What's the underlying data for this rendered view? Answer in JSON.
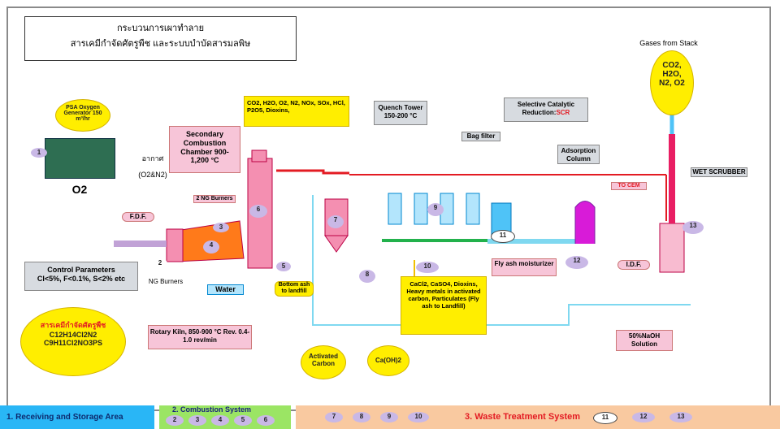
{
  "title": {
    "line1": "กระบวนการเผาทำลาย",
    "line2": "สารเคมีกำจัดศัตรูพืช และระบบบำบัดสารมลพิษ"
  },
  "labels": {
    "psa": "PSA Oxygen Generator 150 m³/hr",
    "o2": "O2",
    "air": "อากาศ",
    "air_mix": "(O2&N2)",
    "fdf": "F.D.F.",
    "ng_burners_2": "2 NG Burners",
    "ng_burners": "NG Burners",
    "secondary": "Secondary Combustion Chamber 900-1,200 °C",
    "control_title": "Control Parameters",
    "control_vals": "Cl<5%, F<0.1%, S<2% etc",
    "pesticide": "สารเคมีกำจัดศัตรูพืช",
    "formula1": "C12H14Cl2N2",
    "formula2": "C9H11Cl2NO3PS",
    "rotary": "Rotary Kiln, 850-900 °C Rev. 0.4-1.0 rev/min",
    "water": "Water",
    "bottom_ash": "Bottom ash to landfill",
    "gases_list": "CO2, H2O, O2, N2, NOx, SOx, HCl, P2O5, Dioxins,",
    "quench": "Quench Tower 150-200 °C",
    "bagfilter": "Bag filter",
    "scr_title": "Selective Catalytic Reduction:",
    "scr_abbr": "SCR",
    "adsorption": "Adsorption Column",
    "to_cem": "TO CEM",
    "wet": "WET SCRUBBER",
    "stack_title": "Gases from Stack",
    "stack_gases": "CO2, H2O, N2, O2",
    "idf": "I.D.F.",
    "flyash_moist": "Fly ash moisturizer",
    "residue": "CaCl2, CaSO4, Dioxins, Heavy metals in activated carbon, Particulates (Fly ash to Landfill)",
    "activated": "Activated Carbon",
    "caoh": "Ca(OH)2",
    "naoh": "50%NaOH Solution"
  },
  "numbers": {
    "n1": "1",
    "n2": "2",
    "n3": "3",
    "n4": "4",
    "n5": "5",
    "n6": "6",
    "n7": "7",
    "n8": "8",
    "n9": "9",
    "n10": "10",
    "n11": "11",
    "n12": "12",
    "n13": "13"
  },
  "bottom_bar": {
    "area1": "1. Receiving and Storage Area",
    "area2": "2. Combustion System",
    "area2_nums": [
      "2",
      "3",
      "4",
      "5",
      "6"
    ],
    "area3": "3. Waste Treatment System",
    "area3_nums_left": [
      "7",
      "8",
      "9",
      "10"
    ],
    "area3_nums_right": [
      "11",
      "12",
      "13"
    ]
  },
  "colors": {
    "gas_line": "#e31b23",
    "water_line": "#7fd8f0",
    "solid_line": "#f0c000",
    "process_green": "#22b14c",
    "area1": "#29b6f6",
    "area2": "#9be564",
    "area3": "#f9c9a0",
    "num_oval": "#c9b8e6"
  }
}
